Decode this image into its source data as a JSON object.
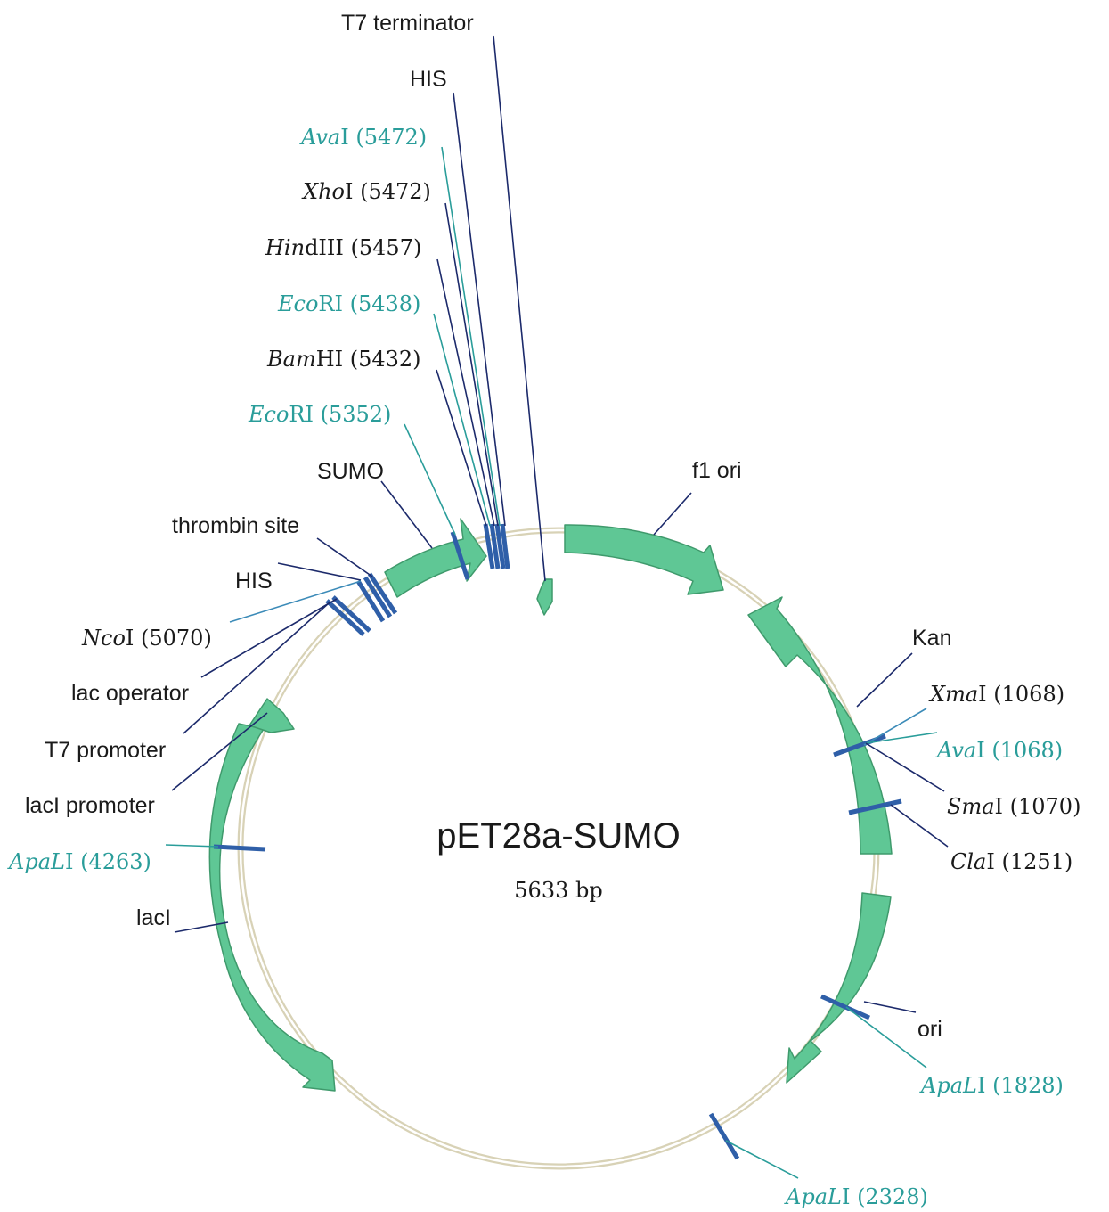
{
  "plasmid": {
    "name": "pET28a-SUMO",
    "size_label": "5633 bp"
  },
  "colors": {
    "feature_fill": "#5fc795",
    "feature_stroke": "#3f9a6c",
    "backbone": "#d8d2b6",
    "site_bar": "#2f5fa8",
    "leader_dark": "#1c2a6b",
    "cutter_single": "#1a1a1a",
    "cutter_double": "#2a9d9a"
  },
  "features": [
    {
      "name": "T7 terminator",
      "icon": "arrow"
    },
    {
      "name": "HIS",
      "icon": "bar"
    },
    {
      "name": "SUMO",
      "icon": "arrow"
    },
    {
      "name": "thrombin site",
      "icon": "bar"
    },
    {
      "name": "HIS",
      "icon": "bar"
    },
    {
      "name": "lac operator",
      "icon": "bar"
    },
    {
      "name": "T7 promoter",
      "icon": "bar"
    },
    {
      "name": "lacI promoter",
      "icon": "arrow"
    },
    {
      "name": "lacI",
      "icon": "arrow"
    },
    {
      "name": "f1 ori",
      "icon": "arrow"
    },
    {
      "name": "Kan",
      "icon": "arrow"
    },
    {
      "name": "ori",
      "icon": "arrow"
    }
  ],
  "enzymes": [
    {
      "italic": "Ava",
      "roman": "I (5472)",
      "color": "#2a9d9a"
    },
    {
      "italic": "Xho",
      "roman": "I (5472)",
      "color": "#1a1a1a"
    },
    {
      "italic": "Hin",
      "roman": "dIII (5457)",
      "color": "#1a1a1a"
    },
    {
      "italic": "Eco",
      "roman": "RI (5438)",
      "color": "#2a9d9a"
    },
    {
      "italic": "Bam",
      "roman": "HI (5432)",
      "color": "#1a1a1a"
    },
    {
      "italic": "Eco",
      "roman": "RI (5352)",
      "color": "#2a9d9a"
    },
    {
      "italic": "Nco",
      "roman": "I (5070)",
      "color": "#1a1a1a"
    },
    {
      "italic": "ApaL",
      "roman": "I (4263)",
      "color": "#2a9d9a"
    },
    {
      "italic": "Xma",
      "roman": "I (1068)",
      "color": "#1a1a1a"
    },
    {
      "italic": "Ava",
      "roman": "I (1068)",
      "color": "#2a9d9a"
    },
    {
      "italic": "Sma",
      "roman": "I (1070)",
      "color": "#1a1a1a"
    },
    {
      "italic": "Cla",
      "roman": "I (1251)",
      "color": "#1a1a1a"
    },
    {
      "italic": "ApaL",
      "roman": "I (1828)",
      "color": "#2a9d9a"
    },
    {
      "italic": "ApaL",
      "roman": "I (2328)",
      "color": "#2a9d9a"
    }
  ]
}
